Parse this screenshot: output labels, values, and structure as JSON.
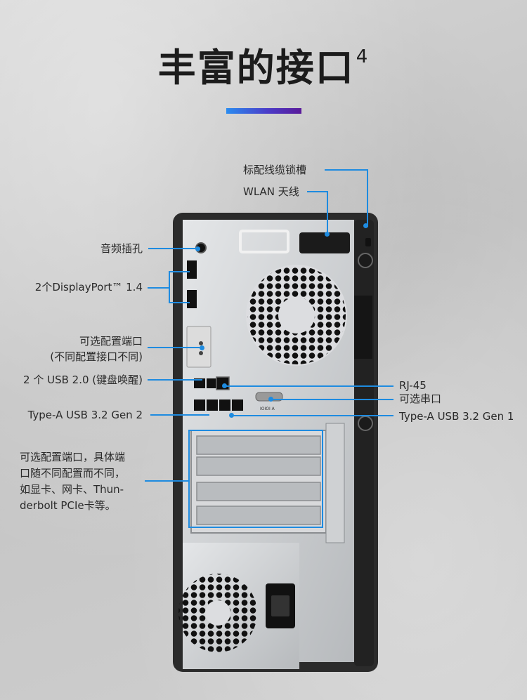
{
  "title": {
    "text": "丰富的接口",
    "footnote": "4"
  },
  "colors": {
    "accent": "#1e8be0",
    "title": "#1c1c1c",
    "chassis": "#2b2b2b"
  },
  "labels": {
    "lock_slot": "标配线缆锁槽",
    "wlan": "WLAN 天线",
    "audio": "音频插孔",
    "displayport": "2个DisplayPort™ 1.4",
    "optional_port_line1": "可选配置端口",
    "optional_port_line2": "(不同配置接口不同)",
    "usb2": "2 个 USB 2.0 (键盘唤醒)",
    "typea_gen2": "Type-A USB 3.2 Gen 2",
    "rj45": "RJ-45",
    "serial": "可选串口",
    "typea_gen1": "Type-A USB 3.2 Gen 1",
    "pcie_line1": "可选配置端口，具体端",
    "pcie_line2": "口随不同配置而不同，",
    "pcie_line3": "如显卡、网卡、Thun-",
    "pcie_line4": "derbolt PCIe卡等。"
  },
  "chassis": {
    "serial_marking": "IOIOI A"
  }
}
